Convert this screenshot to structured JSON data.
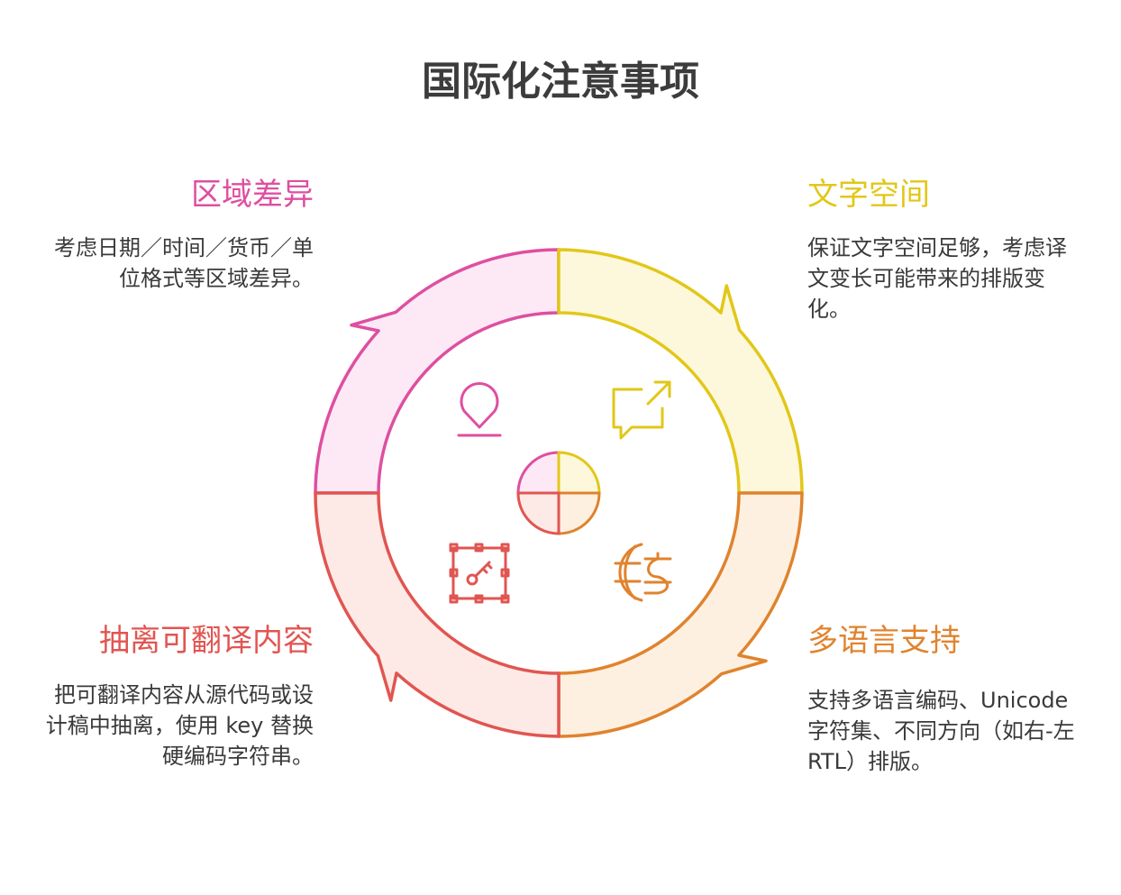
{
  "title": "国际化注意事项",
  "colors": {
    "pink": "#de4fa0",
    "pink_fill": "#fde9f5",
    "yellow": "#e2c719",
    "yellow_fill": "#fdf8db",
    "orange": "#e0832e",
    "orange_fill": "#fef0e1",
    "red": "#e15551",
    "red_fill": "#fdeae7"
  },
  "sections": [
    {
      "title": "区域差异",
      "desc": "考虑日期／时间／货币／单位格式等区域差异。",
      "icon": "map-pin-icon"
    },
    {
      "title": "文字空间",
      "desc": "保证文字空间足够，考虑译文变长可能带来的排版变化。",
      "icon": "chat-expand-icon"
    },
    {
      "title": "多语言支持",
      "desc": "支持多语言编码、Unicode 字符集、不同方向（如右-左 RTL）排版。",
      "icon": "globe-language-icon"
    },
    {
      "title": "抽离可翻译内容",
      "desc": "把可翻译内容从源代码或设计稿中抽离，使用 key 替换硬编码字符串。",
      "icon": "key-frame-icon"
    }
  ]
}
